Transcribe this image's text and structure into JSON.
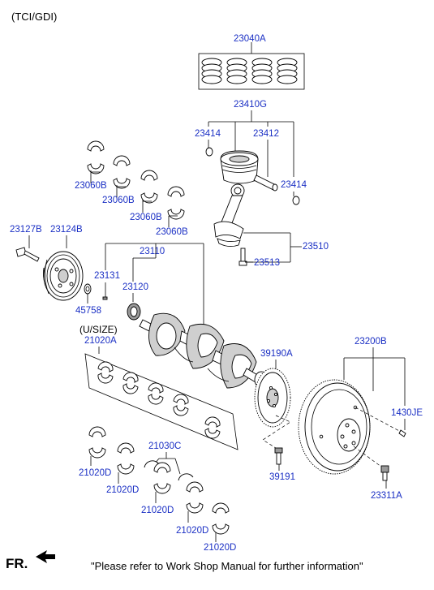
{
  "header": {
    "variant": "(TCI/GDI)"
  },
  "labels": {
    "piston_rings": "23040A",
    "piston_assy": "23410G",
    "pin_clip_top": "23414",
    "piston_pin": "23412",
    "pin_clip_bottom": "23414",
    "bearing_a": "23060B",
    "bearing_b": "23060B",
    "bearing_c": "23060B",
    "bearing_d": "23060B",
    "pulley_bolt": "23127B",
    "damper_pulley": "23124B",
    "crankshaft": "23110",
    "conrod_assy": "23510",
    "conrod_bolt": "23513",
    "key": "23131",
    "sprocket": "23120",
    "washer": "45758",
    "undersize": "(U/SIZE)",
    "main_bearing_set": "21020A",
    "drive_plate": "39190A",
    "flywheel_assy": "23200B",
    "dowel_pin": "1430JE",
    "thrust_washer": "21030C",
    "main_bearing_1": "21020D",
    "main_bearing_2": "21020D",
    "main_bearing_3": "21020D",
    "main_bearing_4": "21020D",
    "main_bearing_5": "21020D",
    "plate_bolt": "39191",
    "flywheel_bolt": "23311A"
  },
  "footer": {
    "front_label": "FR.",
    "note": "\"Please refer to Work Shop Manual for further information\""
  }
}
